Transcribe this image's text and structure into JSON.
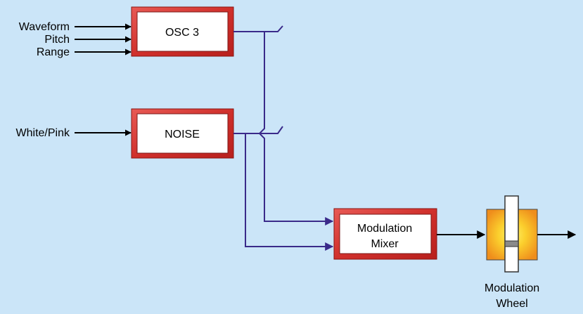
{
  "colors": {
    "background": "#cbe5f8",
    "box_border": "#d93a35",
    "signal_line": "#3a2a8a",
    "arrow": "#000000",
    "wheel_glow": "#f3a21f"
  },
  "inputs": {
    "osc3": [
      "Waveform",
      "Pitch",
      "Range"
    ],
    "noise": "White/Pink"
  },
  "blocks": {
    "osc3": "OSC 3",
    "noise": "NOISE",
    "mixer_line1": "Modulation",
    "mixer_line2": "Mixer"
  },
  "wheel": {
    "label_line1": "Modulation",
    "label_line2": "Wheel"
  }
}
